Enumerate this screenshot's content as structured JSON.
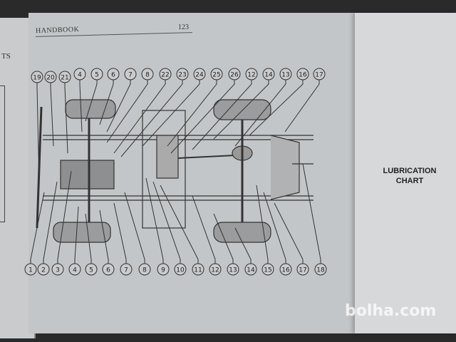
{
  "left_page": {
    "fragment": "TS"
  },
  "header": {
    "running_head": "HANDBOOK",
    "page_number": "123"
  },
  "fold_out": {
    "title_line1": "LUBRICATION",
    "title_line2": "CHART"
  },
  "callouts_top": [
    "19",
    "20",
    "21",
    "4",
    "5",
    "6",
    "7",
    "8",
    "22",
    "23",
    "24",
    "25",
    "26",
    "12",
    "14",
    "13",
    "16",
    "17"
  ],
  "callouts_bottom": [
    "1",
    "2",
    "3",
    "4",
    "5",
    "6",
    "7",
    "8",
    "9",
    "10",
    "11",
    "12",
    "13",
    "14",
    "15",
    "16",
    "17",
    "18"
  ],
  "watermark": "bolha.com"
}
